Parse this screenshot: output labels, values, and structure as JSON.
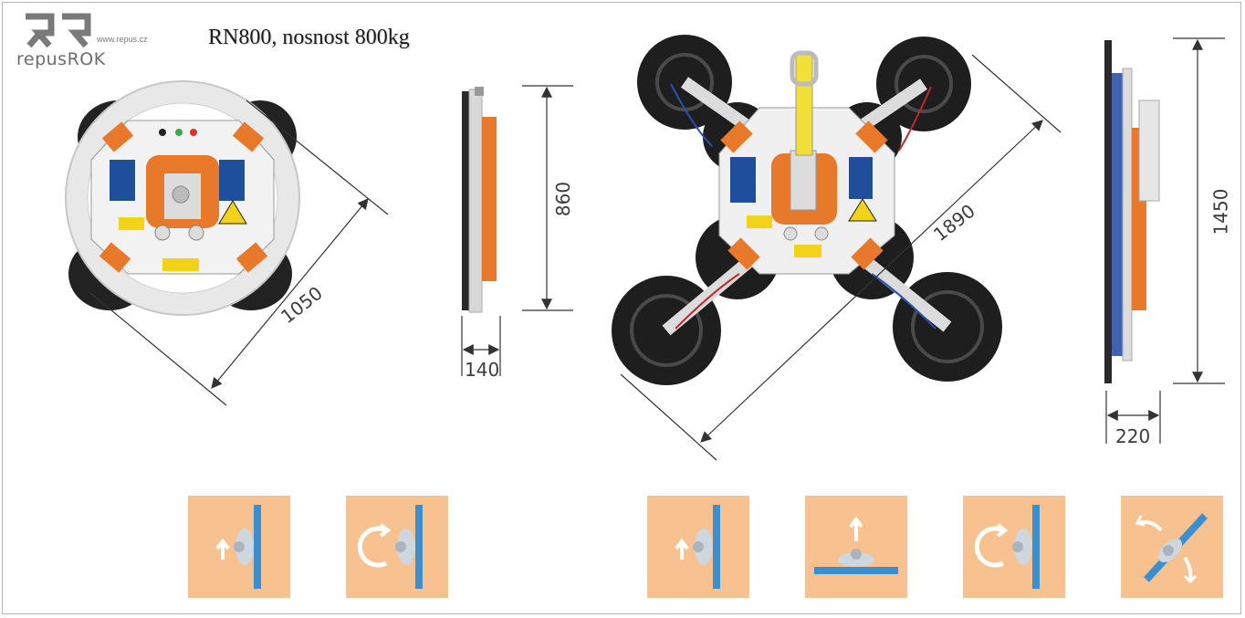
{
  "brand": {
    "name": "repusROK",
    "url": "www.repus.cz"
  },
  "title": "RN800, nosnost 800kg",
  "dimensions": {
    "diagonal_small": "1050",
    "height_small": "860",
    "depth_small": "140",
    "diagonal_large": "1890",
    "height_large": "1450",
    "depth_large": "220"
  },
  "icons": [
    {
      "name": "vertical-lift-icon"
    },
    {
      "name": "vertical-rotate-icon"
    },
    {
      "name": "vertical-lift-icon"
    },
    {
      "name": "horizontal-lift-icon"
    },
    {
      "name": "vertical-rotate-icon"
    },
    {
      "name": "tilt-rotate-icon"
    }
  ],
  "colors": {
    "orange": "#e8782a",
    "tile": "#f7c190",
    "glass_blue": "#3a8fd0",
    "cup_black": "#222222",
    "frame_grey": "#e6e6e6"
  }
}
